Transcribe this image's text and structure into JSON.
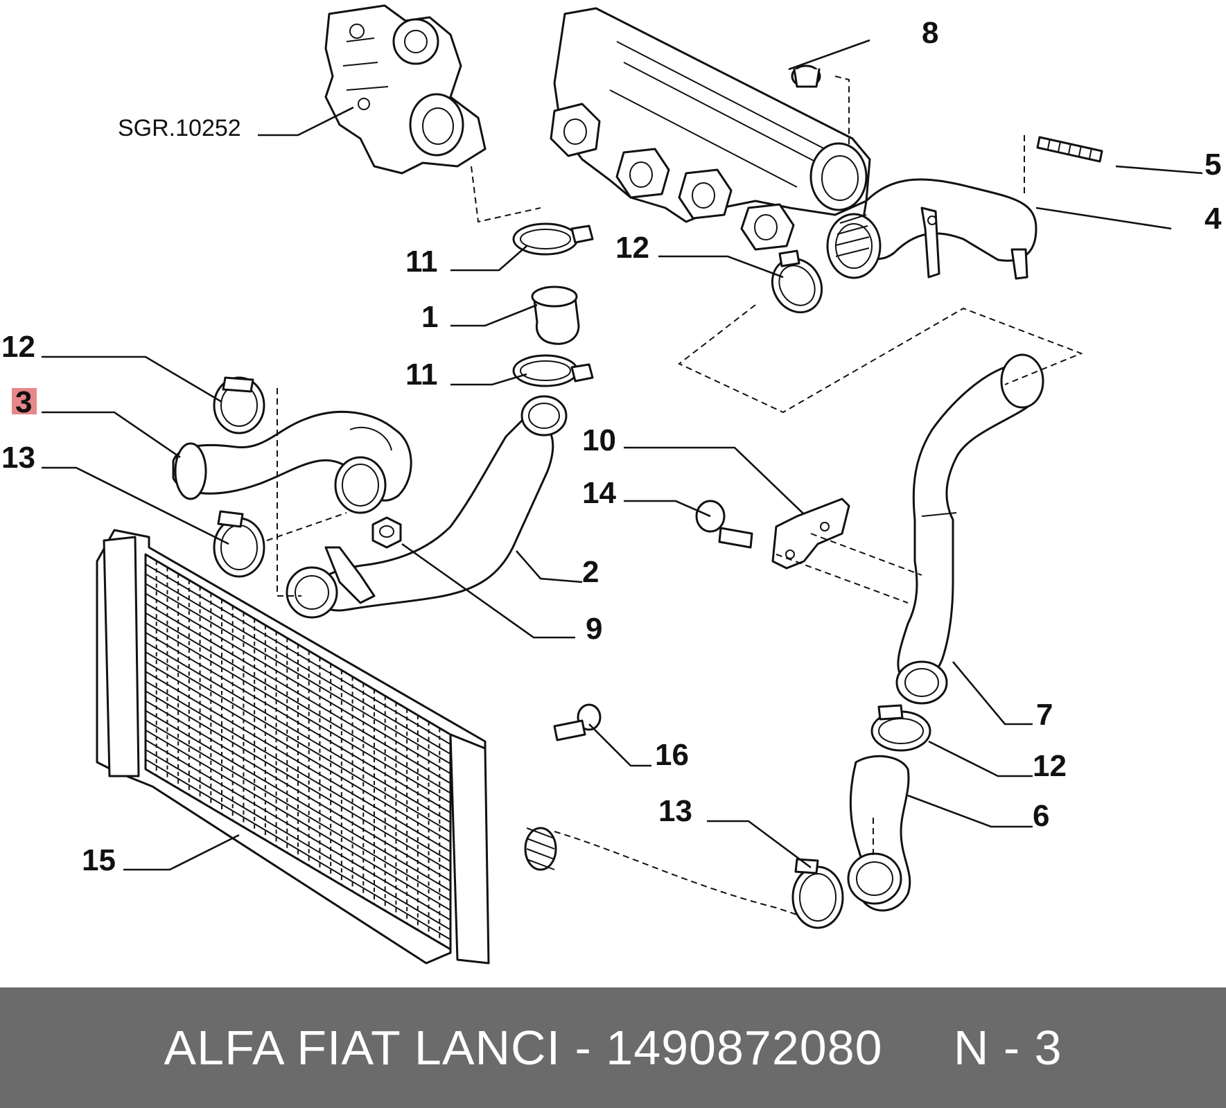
{
  "ref_code": "SGR.10252",
  "callouts": {
    "c1": "1",
    "c2": "2",
    "c3": "3",
    "c4": "4",
    "c5": "5",
    "c6": "6",
    "c7": "7",
    "c8": "8",
    "c9": "9",
    "c10": "10",
    "c11a": "11",
    "c11b": "11",
    "c12a": "12",
    "c12b": "12",
    "c12c": "12",
    "c13a": "13",
    "c13b": "13",
    "c14": "14",
    "c15": "15",
    "c16": "16"
  },
  "highlighted_callout": "3",
  "highlight_color": "#e8878a",
  "footer": {
    "brand_part": "ALFA FIAT LANCI - 1490872080",
    "position": "N - 3",
    "background_color": "#6b6b6b"
  }
}
